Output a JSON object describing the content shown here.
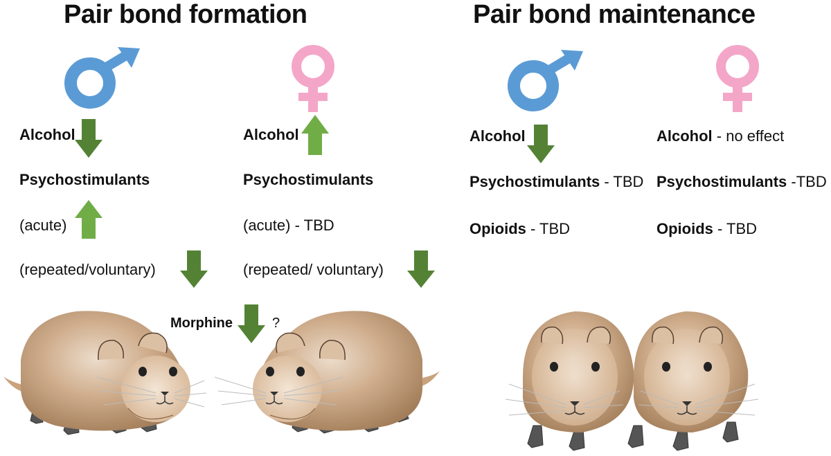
{
  "formation": {
    "title": "Pair bond formation",
    "male": {
      "alcohol": "Alcohol",
      "psychostimulants": "Psychostimulants",
      "acute": "(acute)",
      "repeated": "(repeated/voluntary)"
    },
    "female": {
      "alcohol": "Alcohol",
      "psychostimulants": "Psychostimulants",
      "acute": "(acute) - TBD",
      "repeated": "(repeated/ voluntary)"
    },
    "morphine": "Morphine",
    "morphine_q": "?"
  },
  "maintenance": {
    "title": "Pair bond maintenance",
    "male": {
      "alcohol": "Alcohol",
      "psychostimulants": "Psychostimulants",
      "psychostimulants_effect": " - TBD",
      "opioids": "Opioids",
      "opioids_effect": " - TBD"
    },
    "female": {
      "alcohol": "Alcohol",
      "alcohol_effect": " - no effect",
      "psychostimulants": "Psychostimulants",
      "psychostimulants_effect": " -TBD",
      "opioids": "Opioids",
      "opioids_effect": " - TBD"
    }
  },
  "colors": {
    "male": "#5b9bd5",
    "female": "#f4a6c8",
    "arrow_up": "#70ad47",
    "arrow_down": "#548235",
    "fur": "#c9a27e",
    "fur_dark": "#8c6a4a"
  }
}
